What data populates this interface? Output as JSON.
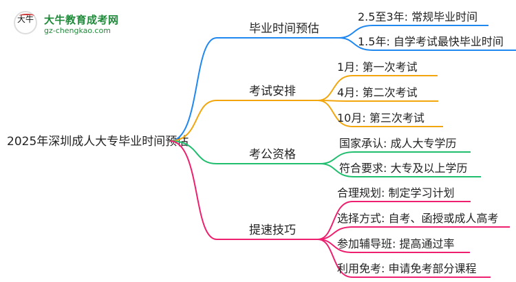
{
  "logo": {
    "mark": "大牛",
    "name": "大牛教育成考网",
    "url": "gz-chengkao.com"
  },
  "root": "2025年深圳成人大专毕业时间预估",
  "colors": {
    "blue": "#1e87f0",
    "orange": "#f2a60c",
    "green": "#1fbe6e",
    "pink": "#ee1f6e"
  },
  "branches": [
    {
      "label": "毕业时间预估",
      "color": "blue",
      "leaves": [
        "2.5至3年: 常规毕业时间",
        "1.5年: 自学考试最快毕业时间"
      ]
    },
    {
      "label": "考试安排",
      "color": "orange",
      "leaves": [
        "1月: 第一次考试",
        "4月: 第二次考试",
        "10月: 第三次考试"
      ]
    },
    {
      "label": "考公资格",
      "color": "green",
      "leaves": [
        "国家承认: 成人大专学历",
        "符合要求: 大专及以上学历"
      ]
    },
    {
      "label": "提速技巧",
      "color": "pink",
      "leaves": [
        "合理规划: 制定学习计划",
        "选择方式: 自考、函授或成人高考",
        "参加辅导班: 提高通过率",
        "利用免考: 申请免考部分课程"
      ]
    }
  ]
}
